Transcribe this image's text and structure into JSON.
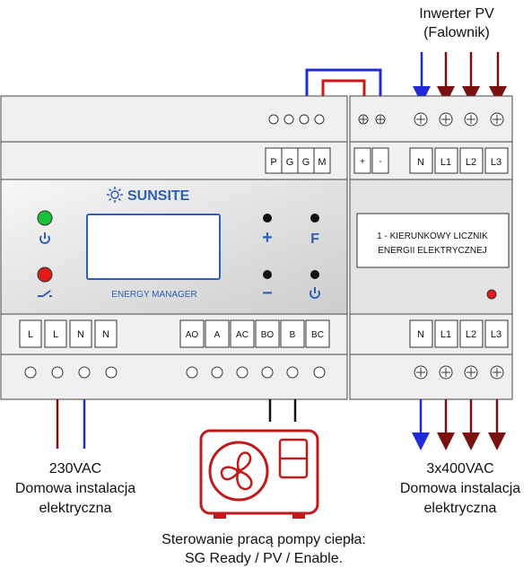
{
  "inverter": {
    "line1": "Inwerter PV",
    "line2": "(Falownik)"
  },
  "brand": {
    "name": "SUNSITE",
    "subtitle": "ENERGY MANAGER"
  },
  "em_top_terminals": [
    "P",
    "G",
    "G",
    "M"
  ],
  "em_bottom_terminals": [
    "L",
    "L",
    "N",
    "N",
    "AO",
    "A",
    "AC",
    "BO",
    "B",
    "BC"
  ],
  "meter": {
    "top_terminals": [
      "+",
      "-",
      "N",
      "L1",
      "L2",
      "L3"
    ],
    "bottom_terminals": [
      "N",
      "L1",
      "L2",
      "L3"
    ],
    "label_line1": "1 - KIERUNKOWY LICZNIK",
    "label_line2": "ENERGII ELEKTRYCZNEJ"
  },
  "buttons": {
    "plus": "+",
    "f": "F",
    "minus": "−"
  },
  "caption_left": {
    "line1": "230VAC",
    "line2": "Domowa instalacja",
    "line3": "elektryczna"
  },
  "caption_right": {
    "line1": "3x400VAC",
    "line2": "Domowa instalacja",
    "line3": "elektryczna"
  },
  "caption_bottom": {
    "line1": "Sterowanie pracą pompy ciepła:",
    "line2": "SG Ready / PV / Enable."
  },
  "colors": {
    "red_wire": "#7a1010",
    "blue_wire": "#1f2bd6",
    "led_green": "#18c23a",
    "led_red": "#e01a1a",
    "brand_blue": "#2d5fb8",
    "heat_pump_red": "#c21a1a"
  }
}
